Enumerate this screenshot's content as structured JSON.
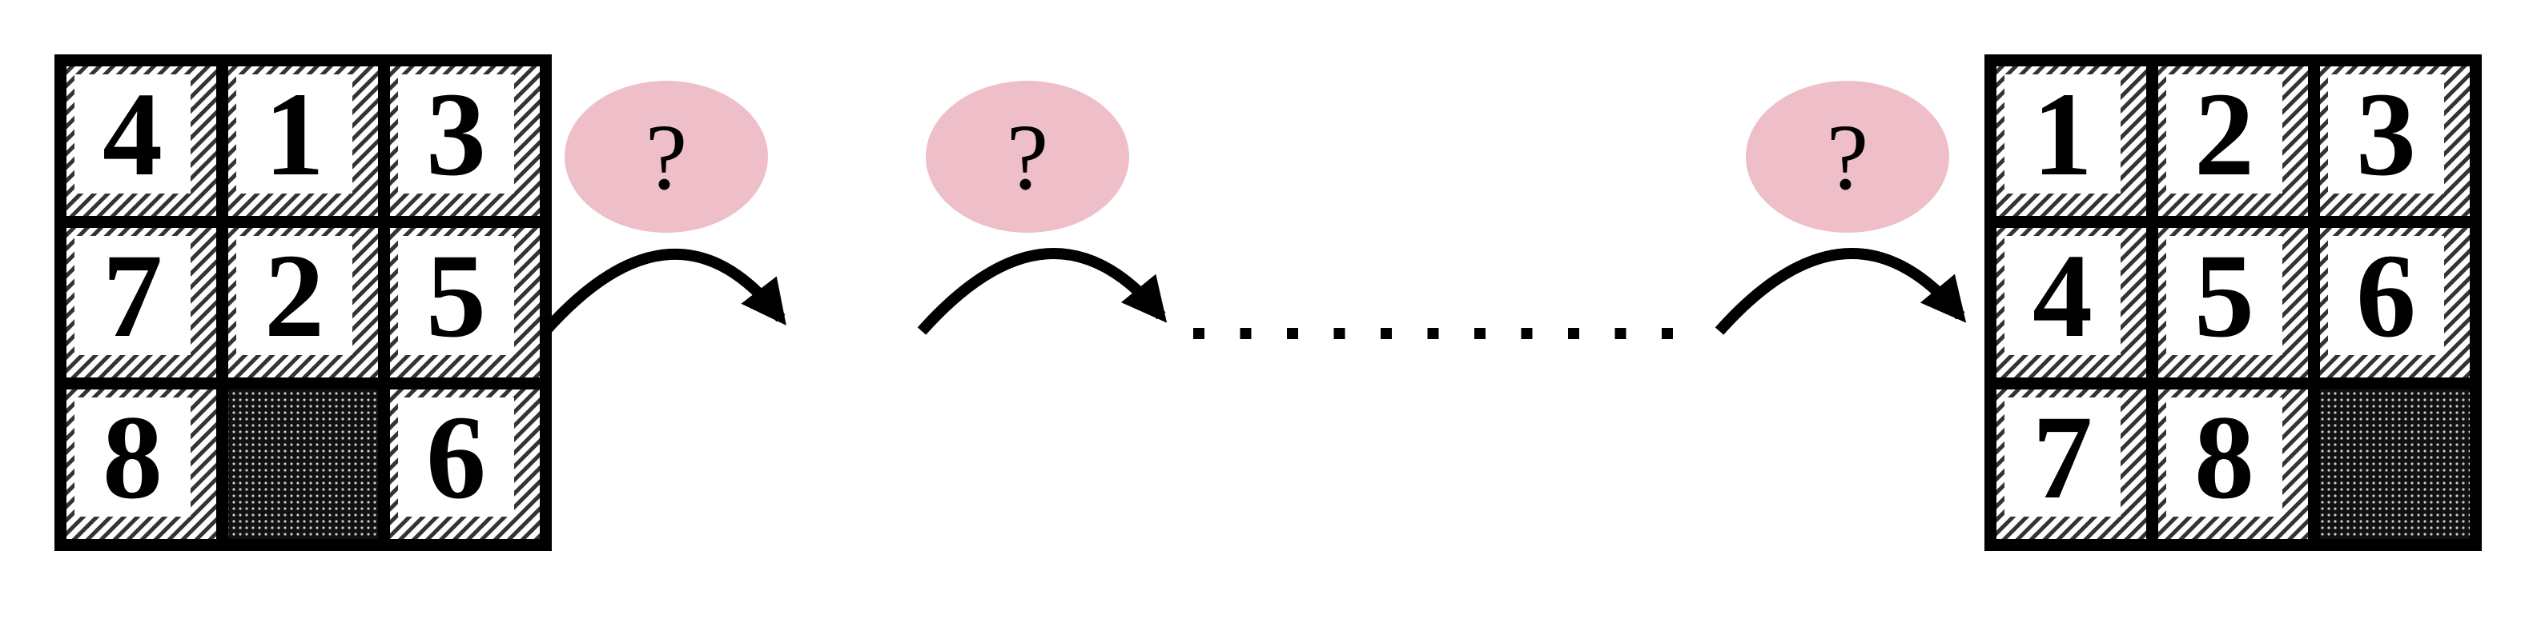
{
  "start_state": {
    "tiles": [
      "4",
      "1",
      "3",
      "7",
      "2",
      "5",
      "8",
      "",
      "6"
    ]
  },
  "goal_state": {
    "tiles": [
      "1",
      "2",
      "3",
      "4",
      "5",
      "6",
      "7",
      "8",
      ""
    ]
  },
  "unknown_moves": [
    "?",
    "?",
    "?"
  ],
  "colors": {
    "bubble": "#eebfc9",
    "ink": "#000000"
  }
}
